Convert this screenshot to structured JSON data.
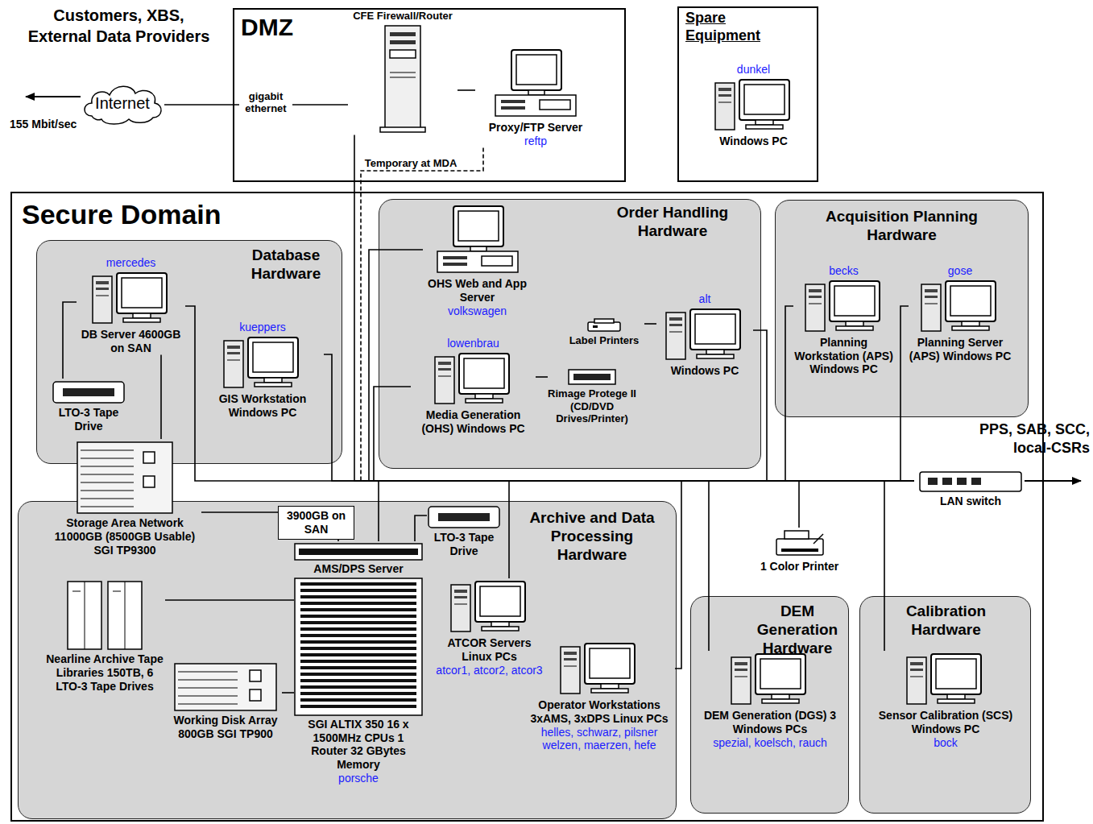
{
  "diagram": {
    "nodes": [
      {
        "text": [
          "DMZ"
        ]
      },
      {
        "text": [
          "CFE Firewall/Router"
        ],
        "in": 0
      },
      {
        "text": [
          "Proxy/FTP Server",
          "reftp"
        ],
        "in": 0
      },
      {
        "text": [
          "Internet"
        ]
      },
      {
        "text": [
          "Spare Equipment"
        ]
      },
      {
        "text": [
          "dunkel",
          "Windows PC"
        ],
        "in": 4
      },
      {
        "text": [
          "Secure Domain"
        ]
      },
      {
        "text": [
          "Database Hardware"
        ],
        "in": 6
      },
      {
        "text": [
          "mercedes",
          "DB Server 4600GB on SAN"
        ],
        "in": 7
      },
      {
        "text": [
          "LTO-3 Tape Drive"
        ],
        "in": 7
      },
      {
        "text": [
          "kueppers",
          "GIS Workstation Windows PC"
        ],
        "in": 7
      },
      {
        "text": [
          "Order Handling Hardware"
        ],
        "in": 6
      },
      {
        "text": [
          "OHS Web and App Server",
          "volkswagen"
        ],
        "in": 11
      },
      {
        "text": [
          "lowenbrau",
          "Media Generation (OHS) Windows PC"
        ],
        "in": 11
      },
      {
        "text": [
          "Rimage Protege II (CD/DVD Drives/Printer)"
        ],
        "in": 11
      },
      {
        "text": [
          "Label Printers"
        ],
        "in": 11
      },
      {
        "text": [
          "alt",
          "Windows PC"
        ],
        "in": 11
      },
      {
        "text": [
          "Acquisition Planning Hardware"
        ],
        "in": 6
      },
      {
        "text": [
          "becks",
          "Planning Workstation (APS) Windows PC"
        ],
        "in": 17
      },
      {
        "text": [
          "gose",
          "Planning Server (APS) Windows PC"
        ],
        "in": 17
      },
      {
        "text": [
          "Archive and Data Processing Hardware"
        ],
        "in": 6
      },
      {
        "text": [
          "Storage Area Network 11000GB (8500GB Usable) SGI TP9300"
        ],
        "in": 20
      },
      {
        "text": [
          "3900GB on SAN"
        ],
        "in": 20
      },
      {
        "text": [
          "AMS/DPS Server",
          "SGI ALTIX 350 16 x 1500MHz CPUs 1 Router 32 GBytes Memory",
          "porsche"
        ],
        "in": 20
      },
      {
        "text": [
          "LTO-3 Tape Drive"
        ],
        "in": 20
      },
      {
        "text": [
          "Nearline Archive Tape Libraries 150TB, 6 LTO-3 Tape Drives"
        ],
        "in": 20
      },
      {
        "text": [
          "Working Disk Array 800GB SGI TP900"
        ],
        "in": 20
      },
      {
        "text": [
          "ATCOR Servers Linux PCs",
          "atcor1, atcor2, atcor3"
        ],
        "in": 20
      },
      {
        "text": [
          "Operator Workstations 3xAMS, 3xDPS Linux PCs",
          "helles, schwarz, pilsner welzen, maerzen, hefe"
        ],
        "in": 20
      },
      {
        "text": [
          "1 Color Printer"
        ],
        "in": 6
      },
      {
        "text": [
          "DEM Generation Hardware"
        ],
        "in": 6
      },
      {
        "text": [
          "DEM Generation (DGS) 3 Windows PCs",
          "spezial, koelsch, rauch"
        ],
        "in": 30
      },
      {
        "text": [
          "Calibration Hardware"
        ],
        "in": 6
      },
      {
        "text": [
          "Sensor Calibration (SCS) Windows PC",
          "bock"
        ],
        "in": 32
      },
      {
        "text": [
          "LAN switch"
        ],
        "in": 6
      }
    ],
    "edges": [
      {
        "from": 3,
        "to": 1,
        "label": "gigabit ethernet",
        "arrow": "none"
      },
      {
        "from": 1,
        "to": 2,
        "arrow": "none"
      },
      {
        "from": 2,
        "to": 34,
        "label": "Temporary at MDA",
        "arrow": "none"
      },
      {
        "from": 1,
        "to": 34,
        "arrow": "none"
      },
      {
        "from": 8,
        "to": 9,
        "arrow": "none"
      },
      {
        "from": 8,
        "to": 21,
        "arrow": "none"
      },
      {
        "from": 8,
        "to": 34,
        "arrow": "none"
      },
      {
        "from": 10,
        "to": 34,
        "arrow": "none"
      },
      {
        "from": 12,
        "to": 34,
        "arrow": "none"
      },
      {
        "from": 13,
        "to": 34,
        "arrow": "none"
      },
      {
        "from": 13,
        "to": 14,
        "arrow": "none"
      },
      {
        "from": 15,
        "to": 16,
        "arrow": "none"
      },
      {
        "from": 16,
        "to": 34,
        "arrow": "none"
      },
      {
        "from": 18,
        "to": 34,
        "arrow": "none"
      },
      {
        "from": 19,
        "to": 34,
        "arrow": "none"
      },
      {
        "from": 21,
        "to": 22,
        "arrow": "none"
      },
      {
        "from": 22,
        "to": 23,
        "arrow": "none"
      },
      {
        "from": 23,
        "to": 24,
        "arrow": "none"
      },
      {
        "from": 25,
        "to": 23,
        "arrow": "none"
      },
      {
        "from": 26,
        "to": 23,
        "arrow": "none"
      },
      {
        "from": 23,
        "to": 34,
        "arrow": "none"
      },
      {
        "from": 27,
        "to": 34,
        "arrow": "none"
      },
      {
        "from": 28,
        "to": 34,
        "arrow": "none"
      },
      {
        "from": 29,
        "to": 34,
        "arrow": "none"
      },
      {
        "from": 31,
        "to": 34,
        "arrow": "none"
      },
      {
        "from": 33,
        "to": 34,
        "arrow": "none"
      }
    ],
    "labels": [
      "Customers, XBS, External Data Providers",
      "155 Mbit/sec",
      "PPS, SAB, SCC, local-CSRs"
    ]
  }
}
